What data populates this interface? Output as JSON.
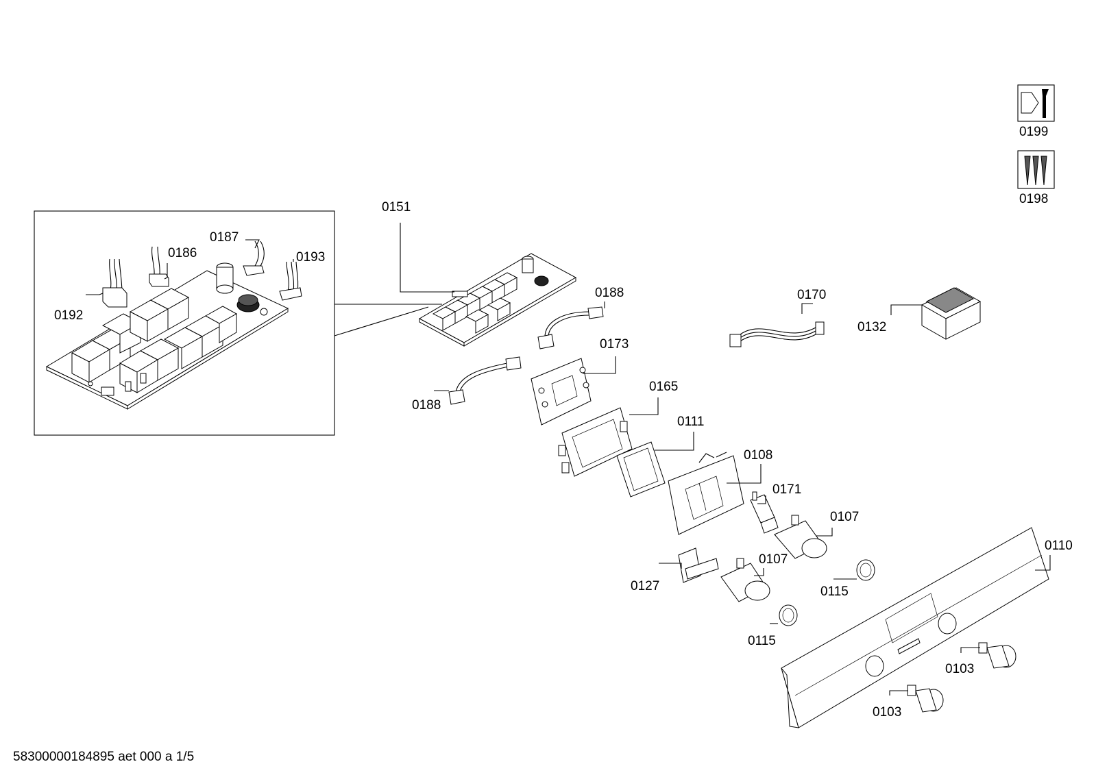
{
  "diagram": {
    "labels": {
      "p0192": "0192",
      "p0186": "0186",
      "p0187": "0187",
      "p0193": "0193",
      "p0151": "0151",
      "p0188a": "0188",
      "p0188b": "0188",
      "p0173": "0173",
      "p0165": "0165",
      "p0111": "0111",
      "p0108": "0108",
      "p0171": "0171",
      "p0107a": "0107",
      "p0107b": "0107",
      "p0127": "0127",
      "p0115a": "0115",
      "p0115b": "0115",
      "p0110": "0110",
      "p0103a": "0103",
      "p0103b": "0103",
      "p0170": "0170",
      "p0132": "0132",
      "p0199": "0199",
      "p0198": "0198"
    },
    "icons": {
      "tool": "wrench-nut-icon",
      "screws": "screws-icon"
    }
  },
  "footer": {
    "doc_id": "58300000184895 aet 000 a 1/5"
  }
}
